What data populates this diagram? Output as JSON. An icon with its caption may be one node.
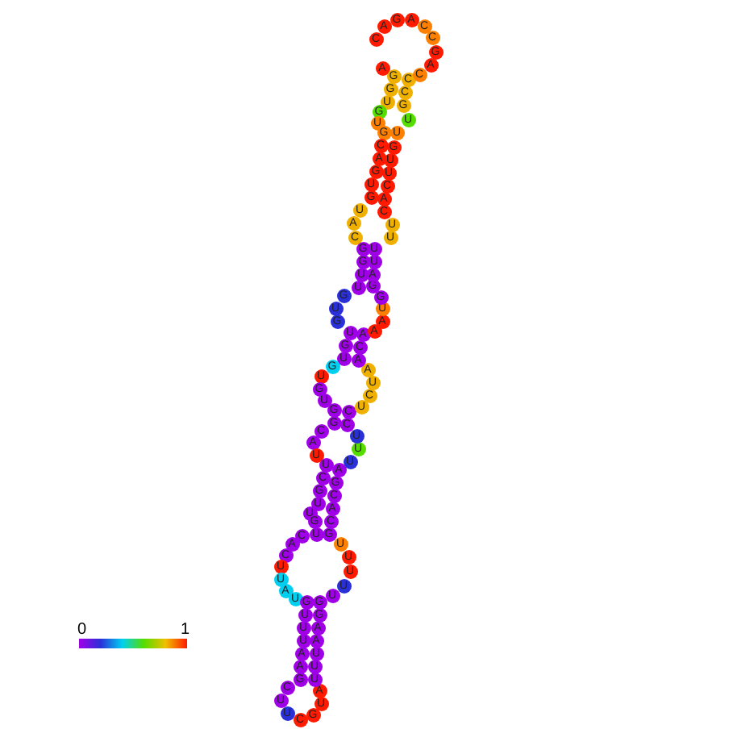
{
  "diagram": {
    "nodes": [
      {
        "text": [
          "A"
        ]
      },
      {
        "text": [
          "G"
        ]
      },
      {
        "text": [
          "G"
        ]
      },
      {
        "text": [
          "U"
        ]
      },
      {
        "text": [
          "G"
        ]
      },
      {
        "text": [
          "U"
        ]
      },
      {
        "text": [
          "G"
        ]
      },
      {
        "text": [
          "C"
        ]
      },
      {
        "text": [
          "A"
        ]
      },
      {
        "text": [
          "G"
        ]
      },
      {
        "text": [
          "U"
        ]
      },
      {
        "text": [
          "G"
        ]
      },
      {
        "text": [
          "U"
        ]
      },
      {
        "text": [
          "A"
        ]
      },
      {
        "text": [
          "C"
        ]
      },
      {
        "text": [
          "G"
        ]
      },
      {
        "text": [
          "G"
        ]
      },
      {
        "text": [
          "U"
        ]
      },
      {
        "text": [
          "U"
        ]
      },
      {
        "text": [
          "G"
        ]
      },
      {
        "text": [
          "U"
        ]
      },
      {
        "text": [
          "G"
        ]
      },
      {
        "text": [
          "U"
        ]
      },
      {
        "text": [
          "G"
        ]
      },
      {
        "text": [
          "U"
        ]
      },
      {
        "text": [
          "G"
        ]
      },
      {
        "text": [
          "U"
        ]
      },
      {
        "text": [
          "G"
        ]
      },
      {
        "text": [
          "U"
        ]
      },
      {
        "text": [
          "G"
        ]
      },
      {
        "text": [
          "G"
        ]
      },
      {
        "text": [
          "C"
        ]
      },
      {
        "text": [
          "A"
        ]
      },
      {
        "text": [
          "U"
        ]
      },
      {
        "text": [
          "U"
        ]
      },
      {
        "text": [
          "C"
        ]
      },
      {
        "text": [
          "G"
        ]
      },
      {
        "text": [
          "U"
        ]
      },
      {
        "text": [
          "U"
        ]
      },
      {
        "text": [
          "G"
        ]
      },
      {
        "text": [
          "U"
        ]
      },
      {
        "text": [
          "C"
        ]
      },
      {
        "text": [
          "A"
        ]
      },
      {
        "text": [
          "C"
        ]
      },
      {
        "text": [
          "U"
        ]
      },
      {
        "text": [
          "U"
        ]
      },
      {
        "text": [
          "A"
        ]
      },
      {
        "text": [
          "U"
        ]
      },
      {
        "text": [
          "G"
        ]
      },
      {
        "text": [
          "U"
        ]
      },
      {
        "text": [
          "U"
        ]
      },
      {
        "text": [
          "U"
        ]
      },
      {
        "text": [
          "A"
        ]
      },
      {
        "text": [
          "A"
        ]
      },
      {
        "text": [
          "G"
        ]
      },
      {
        "text": [
          "C"
        ]
      },
      {
        "text": [
          "U"
        ]
      },
      {
        "text": [
          "U"
        ]
      },
      {
        "text": [
          "C"
        ]
      },
      {
        "text": [
          "G"
        ]
      },
      {
        "text": [
          "U"
        ]
      },
      {
        "text": [
          "A"
        ]
      },
      {
        "text": [
          "U"
        ]
      },
      {
        "text": [
          "U"
        ]
      },
      {
        "text": [
          "U"
        ]
      },
      {
        "text": [
          "A"
        ]
      },
      {
        "text": [
          "A"
        ]
      },
      {
        "text": [
          "G"
        ]
      },
      {
        "text": [
          "G"
        ]
      },
      {
        "text": [
          "U"
        ]
      },
      {
        "text": [
          "U"
        ]
      },
      {
        "text": [
          "U"
        ]
      },
      {
        "text": [
          "U"
        ]
      },
      {
        "text": [
          "U"
        ]
      },
      {
        "text": [
          "G"
        ]
      },
      {
        "text": [
          "C"
        ]
      },
      {
        "text": [
          "A"
        ]
      },
      {
        "text": [
          "C"
        ]
      },
      {
        "text": [
          "G"
        ]
      },
      {
        "text": [
          "A"
        ]
      },
      {
        "text": [
          "U"
        ]
      },
      {
        "text": [
          "U"
        ]
      },
      {
        "text": [
          "U"
        ]
      },
      {
        "text": [
          "C"
        ]
      },
      {
        "text": [
          "C"
        ]
      },
      {
        "text": [
          "U"
        ]
      },
      {
        "text": [
          "C"
        ]
      },
      {
        "text": [
          "U"
        ]
      },
      {
        "text": [
          "A"
        ]
      },
      {
        "text": [
          "A"
        ]
      },
      {
        "text": [
          "C"
        ]
      },
      {
        "text": [
          "A"
        ]
      },
      {
        "text": [
          "A"
        ]
      },
      {
        "text": [
          "A"
        ]
      },
      {
        "text": [
          "U"
        ]
      },
      {
        "text": [
          "G"
        ]
      },
      {
        "text": [
          "G"
        ]
      },
      {
        "text": [
          "A"
        ]
      },
      {
        "text": [
          "U"
        ]
      },
      {
        "text": [
          "U"
        ]
      },
      {
        "text": [
          "U"
        ]
      },
      {
        "text": [
          "U"
        ]
      },
      {
        "text": [
          "C"
        ]
      },
      {
        "text": [
          "A"
        ]
      },
      {
        "text": [
          "C"
        ]
      },
      {
        "text": [
          "U"
        ]
      },
      {
        "text": [
          "U"
        ]
      },
      {
        "text": [
          "G"
        ]
      },
      {
        "text": [
          "U"
        ]
      },
      {
        "text": [
          "U"
        ]
      },
      {
        "text": [
          "G"
        ]
      },
      {
        "text": [
          "C"
        ]
      },
      {
        "text": [
          "C"
        ]
      },
      {
        "text": [
          "C"
        ]
      },
      {
        "text": [
          "A"
        ]
      },
      {
        "text": [
          "G"
        ]
      },
      {
        "text": [
          "C"
        ]
      },
      {
        "text": [
          "C"
        ]
      },
      {
        "text": [
          "A"
        ]
      },
      {
        "text": [
          "G"
        ]
      },
      {
        "text": [
          "A"
        ]
      },
      {
        "text": [
          "C"
        ]
      }
    ],
    "labels": [
      "0",
      "1"
    ]
  }
}
